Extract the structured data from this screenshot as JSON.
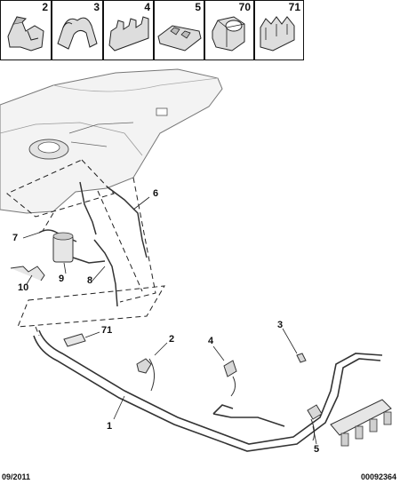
{
  "legend": {
    "cells": [
      {
        "number": "2"
      },
      {
        "number": "3"
      },
      {
        "number": "4"
      },
      {
        "number": "5"
      },
      {
        "number": "70"
      },
      {
        "number": "71"
      }
    ]
  },
  "callouts": {
    "c1": "1",
    "c2": "2",
    "c3": "3",
    "c4": "4",
    "c5": "5",
    "c6": "6",
    "c7": "7",
    "c8": "8",
    "c9": "9",
    "c10": "10",
    "c71": "71"
  },
  "footer": {
    "date": "09/2011",
    "ref": "00092364"
  },
  "colors": {
    "line": "#222222",
    "tank_fill": "#f3f3f3",
    "part_fill": "#e6e6e6"
  }
}
